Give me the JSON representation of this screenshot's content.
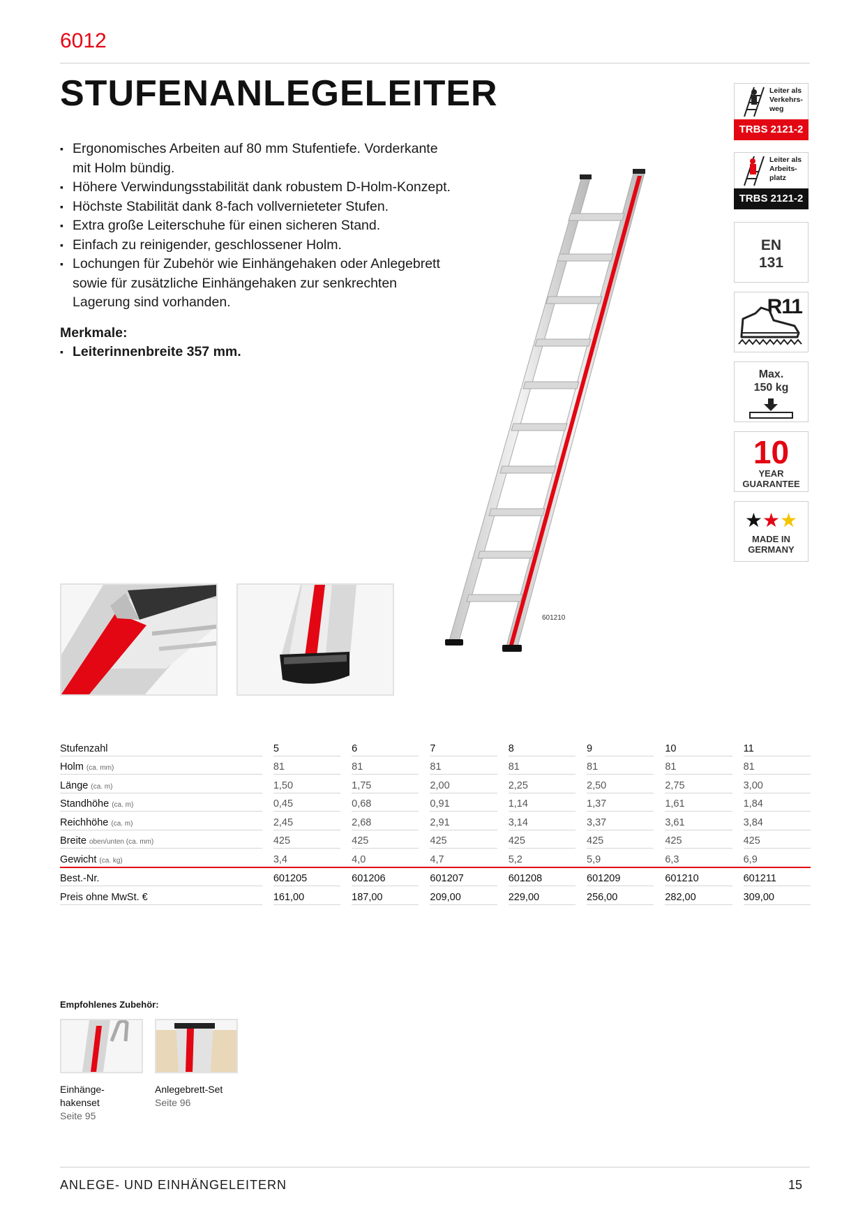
{
  "header": {
    "model_no": "6012",
    "title": "STUFENANLEGELEITER"
  },
  "features": [
    "Ergonomisches Arbeiten auf 80 mm Stufentiefe. Vorderkante mit Holm bündig.",
    "Höhere Verwindungsstabilität dank robustem D-Holm-Konzept.",
    "Höchste Stabilität dank 8-fach vollvernieteter Stufen.",
    "Extra große Leiterschuhe für einen sicheren Stand.",
    "Einfach zu reinigender, geschlossener Holm.",
    "Lochungen für Zubehör wie Einhängehaken oder Anlegebrett sowie für zusätzliche Einhängehaken zur senkrechten Lagerung sind vorhanden."
  ],
  "merkmale": {
    "title": "Merkmale:",
    "items": [
      "Leiterinnenbreite 357 mm."
    ]
  },
  "badges": {
    "trbs1": {
      "label": "Leiter als Verkehrs- weg",
      "bar": "TRBS 2121-2",
      "color": "#e30613"
    },
    "trbs2": {
      "label": "Leiter als Arbeits- platz",
      "bar": "TRBS 2121-2",
      "color": "#111111"
    },
    "en": "EN 131",
    "r11": "R11",
    "max": "Max. 150 kg",
    "guarantee": {
      "number": "10",
      "line1": "YEAR",
      "line2": "GUARANTEE"
    },
    "made_in": {
      "line1": "MADE IN",
      "line2": "GERMANY"
    }
  },
  "product_code": "601210",
  "table": {
    "rows": [
      {
        "label": "Stufenzahl",
        "unit": "",
        "values": [
          "5",
          "6",
          "7",
          "8",
          "9",
          "10",
          "11"
        ]
      },
      {
        "label": "Holm",
        "unit": "(ca. mm)",
        "values": [
          "81",
          "81",
          "81",
          "81",
          "81",
          "81",
          "81"
        ]
      },
      {
        "label": "Länge",
        "unit": "(ca. m)",
        "values": [
          "1,50",
          "1,75",
          "2,00",
          "2,25",
          "2,50",
          "2,75",
          "3,00"
        ]
      },
      {
        "label": "Standhöhe",
        "unit": "(ca. m)",
        "values": [
          "0,45",
          "0,68",
          "0,91",
          "1,14",
          "1,37",
          "1,61",
          "1,84"
        ]
      },
      {
        "label": "Reichhöhe",
        "unit": "(ca. m)",
        "values": [
          "2,45",
          "2,68",
          "2,91",
          "3,14",
          "3,37",
          "3,61",
          "3,84"
        ]
      },
      {
        "label": "Breite",
        "unit": "oben/unten (ca. mm)",
        "values": [
          "425",
          "425",
          "425",
          "425",
          "425",
          "425",
          "425"
        ]
      },
      {
        "label": "Gewicht",
        "unit": "(ca. kg)",
        "values": [
          "3,4",
          "4,0",
          "4,7",
          "5,2",
          "5,9",
          "6,3",
          "6,9"
        ]
      },
      {
        "label": "Best.-Nr.",
        "unit": "",
        "values": [
          "601205",
          "601206",
          "601207",
          "601208",
          "601209",
          "601210",
          "601211"
        ]
      },
      {
        "label": "Preis ohne MwSt. €",
        "unit": "",
        "values": [
          "161,00",
          "187,00",
          "209,00",
          "229,00",
          "256,00",
          "282,00",
          "309,00"
        ]
      }
    ]
  },
  "accessories": {
    "title": "Empfohlenes Zubehör:",
    "items": [
      {
        "name": "Einhänge- hakenset",
        "name1": "Einhänge-",
        "name2": "hakenset",
        "page": "Seite 95"
      },
      {
        "name": "Anlegebrett-Set",
        "page": "Seite 96"
      }
    ]
  },
  "footer": {
    "section": "ANLEGE- UND EINHÄNGELEITERN",
    "page": "15"
  }
}
